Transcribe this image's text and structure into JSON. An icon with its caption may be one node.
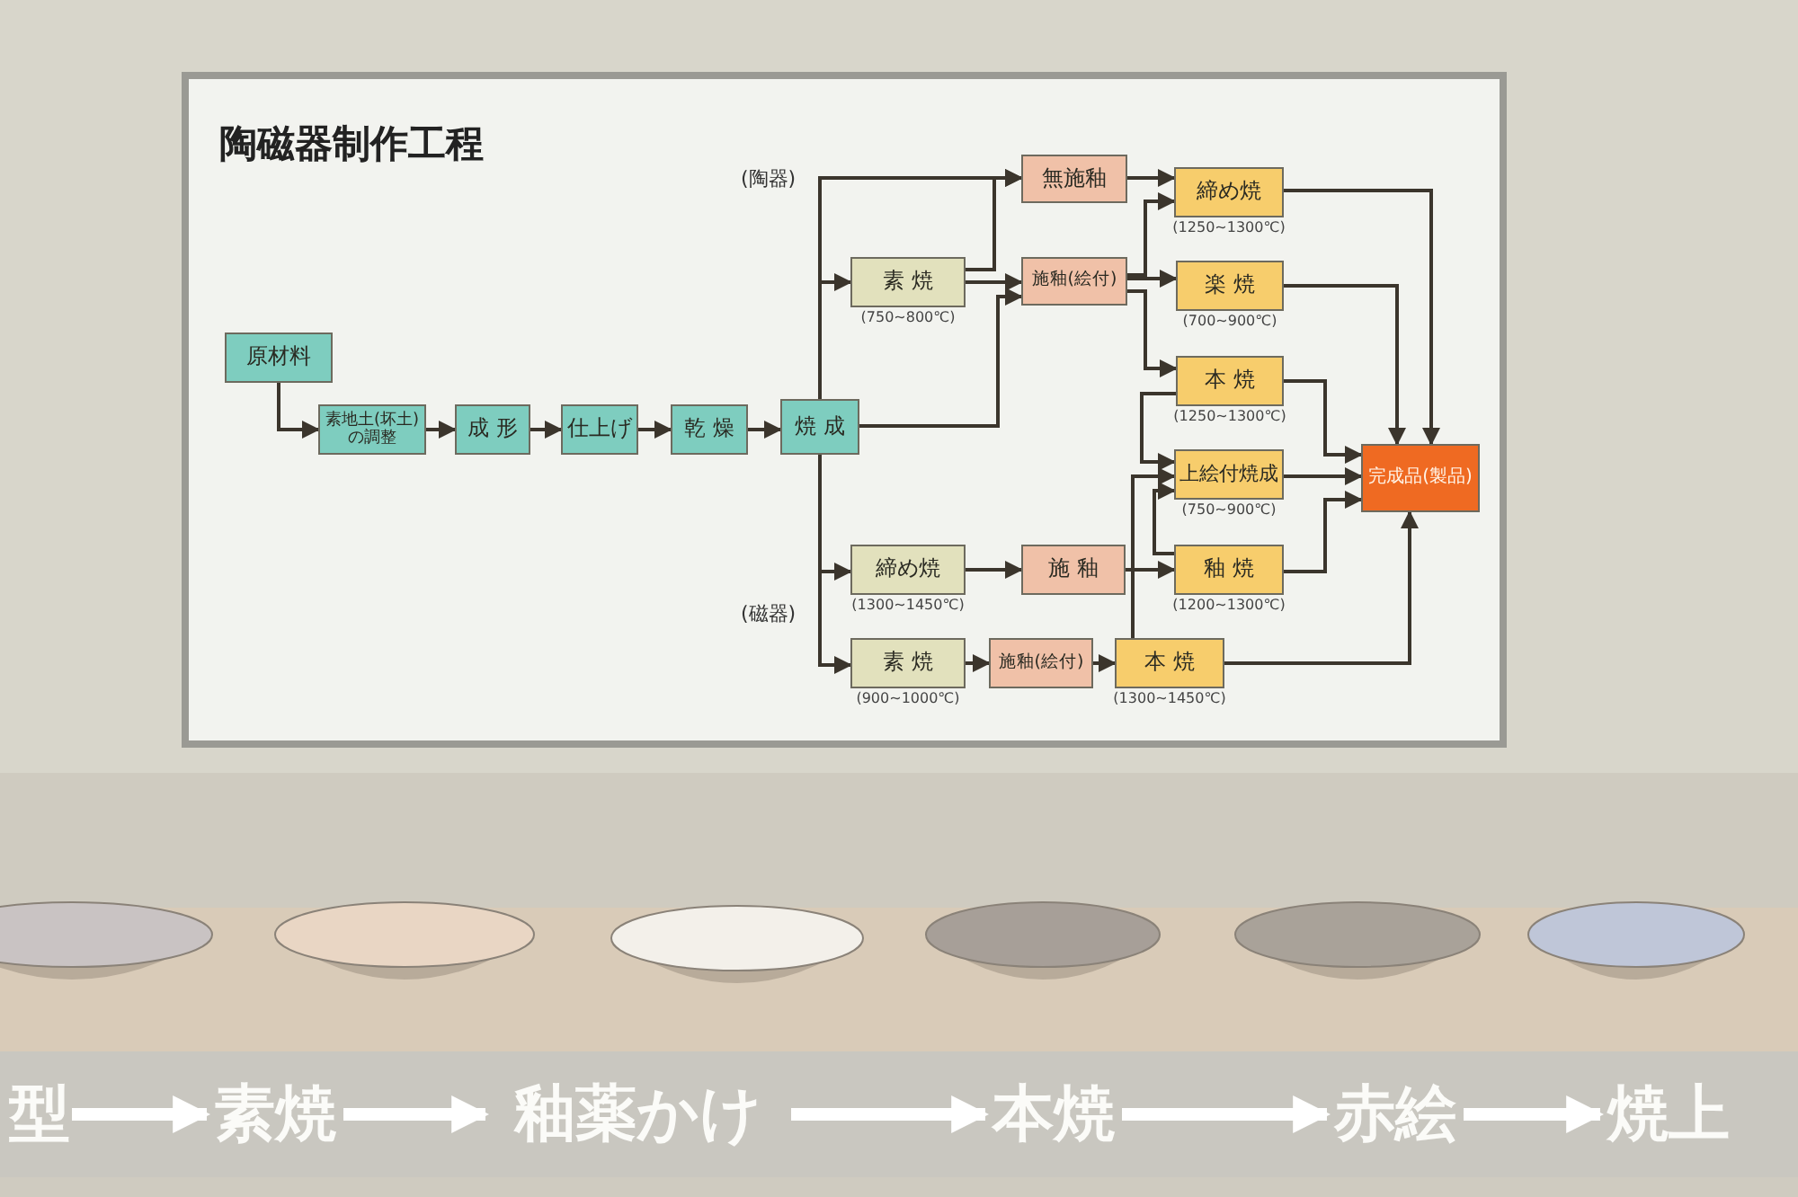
{
  "diagram": {
    "title": "陶磁器制作工程",
    "nodes": [
      {
        "text": [
          "原材料"
        ]
      },
      {
        "text": [
          "素地土(坏土)の調整"
        ]
      },
      {
        "text": [
          "成 形"
        ]
      },
      {
        "text": [
          "仕上げ"
        ]
      },
      {
        "text": [
          "乾 燥"
        ]
      },
      {
        "text": [
          "焼 成"
        ]
      },
      {
        "text": [
          "素 焼"
        ],
        "beside": [
          "(750~800℃)"
        ]
      },
      {
        "text": [
          "無施釉"
        ]
      },
      {
        "text": [
          "施釉(絵付)"
        ]
      },
      {
        "text": [
          "締め焼"
        ],
        "beside": [
          "(1250~1300℃)"
        ]
      },
      {
        "text": [
          "楽 焼"
        ],
        "beside": [
          "(700~900℃)"
        ]
      },
      {
        "text": [
          "本 焼"
        ],
        "beside": [
          "(1250~1300℃)"
        ]
      },
      {
        "text": [
          "上絵付焼成"
        ],
        "beside": [
          "(750~900℃)"
        ]
      },
      {
        "text": [
          "完成品(製品)"
        ]
      },
      {
        "text": [
          "締め焼"
        ],
        "beside": [
          "(1300~1450℃)"
        ]
      },
      {
        "text": [
          "施 釉"
        ]
      },
      {
        "text": [
          "釉 焼"
        ],
        "beside": [
          "(1200~1300℃)"
        ]
      },
      {
        "text": [
          "素 焼"
        ],
        "beside": [
          "(900~1000℃)"
        ]
      },
      {
        "text": [
          "施釉(絵付)"
        ]
      },
      {
        "text": [
          "本 焼"
        ],
        "beside": [
          "(1300~1450℃)"
        ]
      },
      {
        "text": [
          "型"
        ]
      },
      {
        "text": [
          "素焼"
        ]
      },
      {
        "text": [
          "釉薬かけ"
        ]
      },
      {
        "text": [
          "本焼"
        ]
      },
      {
        "text": [
          "赤絵"
        ]
      },
      {
        "text": [
          "焼上"
        ]
      }
    ],
    "edges": [
      {
        "from": 0,
        "to": 1,
        "arrow": "to"
      },
      {
        "from": 1,
        "to": 2,
        "arrow": "to"
      },
      {
        "from": 2,
        "to": 3,
        "arrow": "to"
      },
      {
        "from": 3,
        "to": 4,
        "arrow": "to"
      },
      {
        "from": 4,
        "to": 5,
        "arrow": "to"
      },
      {
        "from": 5,
        "to": 7,
        "arrow": "to"
      },
      {
        "from": 5,
        "to": 6,
        "arrow": "to"
      },
      {
        "from": 6,
        "to": 7,
        "arrow": "to"
      },
      {
        "from": 6,
        "to": 8,
        "arrow": "to"
      },
      {
        "from": 5,
        "to": 8,
        "arrow": "to"
      },
      {
        "from": 7,
        "to": 9,
        "arrow": "to"
      },
      {
        "from": 8,
        "to": 9,
        "arrow": "to"
      },
      {
        "from": 8,
        "to": 10,
        "arrow": "to"
      },
      {
        "from": 8,
        "to": 11,
        "arrow": "to"
      },
      {
        "from": 11,
        "to": 12,
        "arrow": "to"
      },
      {
        "from": 16,
        "to": 12,
        "arrow": "to"
      },
      {
        "from": 19,
        "to": 12,
        "arrow": "to"
      },
      {
        "from": 9,
        "to": 13,
        "arrow": "to"
      },
      {
        "from": 10,
        "to": 13,
        "arrow": "to"
      },
      {
        "from": 11,
        "to": 13,
        "arrow": "to"
      },
      {
        "from": 12,
        "to": 13,
        "arrow": "to"
      },
      {
        "from": 16,
        "to": 13,
        "arrow": "to"
      },
      {
        "from": 19,
        "to": 13,
        "arrow": "to"
      },
      {
        "from": 5,
        "to": 14,
        "arrow": "to"
      },
      {
        "from": 5,
        "to": 17,
        "arrow": "to"
      },
      {
        "from": 14,
        "to": 15,
        "arrow": "to"
      },
      {
        "from": 15,
        "to": 16,
        "arrow": "to"
      },
      {
        "from": 17,
        "to": 18,
        "arrow": "to"
      },
      {
        "from": 18,
        "to": 19,
        "arrow": "to"
      },
      {
        "from": 20,
        "to": 21,
        "arrow": "to",
        "style": "thick",
        "color": "#ffffff"
      },
      {
        "from": 21,
        "to": 22,
        "arrow": "to",
        "style": "thick",
        "color": "#ffffff"
      },
      {
        "from": 22,
        "to": 23,
        "arrow": "to",
        "style": "thick",
        "color": "#ffffff"
      },
      {
        "from": 23,
        "to": 24,
        "arrow": "to",
        "style": "thick",
        "color": "#ffffff"
      },
      {
        "from": 24,
        "to": 25,
        "arrow": "to",
        "style": "thick",
        "color": "#ffffff"
      }
    ],
    "labels": [
      "(陶器)",
      "(磁器)"
    ]
  }
}
